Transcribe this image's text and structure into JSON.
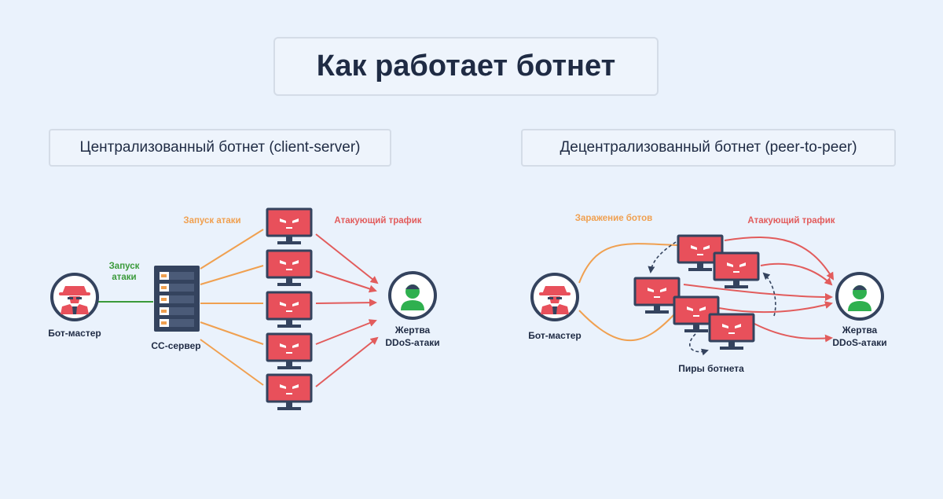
{
  "title": "Как работает ботнет",
  "colors": {
    "background": "#eaf2fc",
    "dark": "#34435e",
    "monitor_red": "#e8505b",
    "arrow_red": "#e25c5c",
    "orange": "#f0a050",
    "green": "#3a9a3a",
    "victim_green": "#2fb04f"
  },
  "left": {
    "heading": "Централизованный ботнет (client-server)",
    "botmaster_label": "Бот-мастер",
    "link_label": "Запуск атаки",
    "server_label": "CC-сервер",
    "launch_label": "Запуск атаки",
    "traffic_label": "Атакующий трафик",
    "victim_label_1": "Жертва",
    "victim_label_2": "DDoS-атаки"
  },
  "right": {
    "heading": "Децентрализованный ботнет (peer-to-peer)",
    "botmaster_label": "Бот-мастер",
    "infection_label": "Заражение ботов",
    "traffic_label": "Атакующий трафик",
    "peers_label": "Пиры ботнета",
    "victim_label_1": "Жертва",
    "victim_label_2": "DDoS-атаки"
  }
}
